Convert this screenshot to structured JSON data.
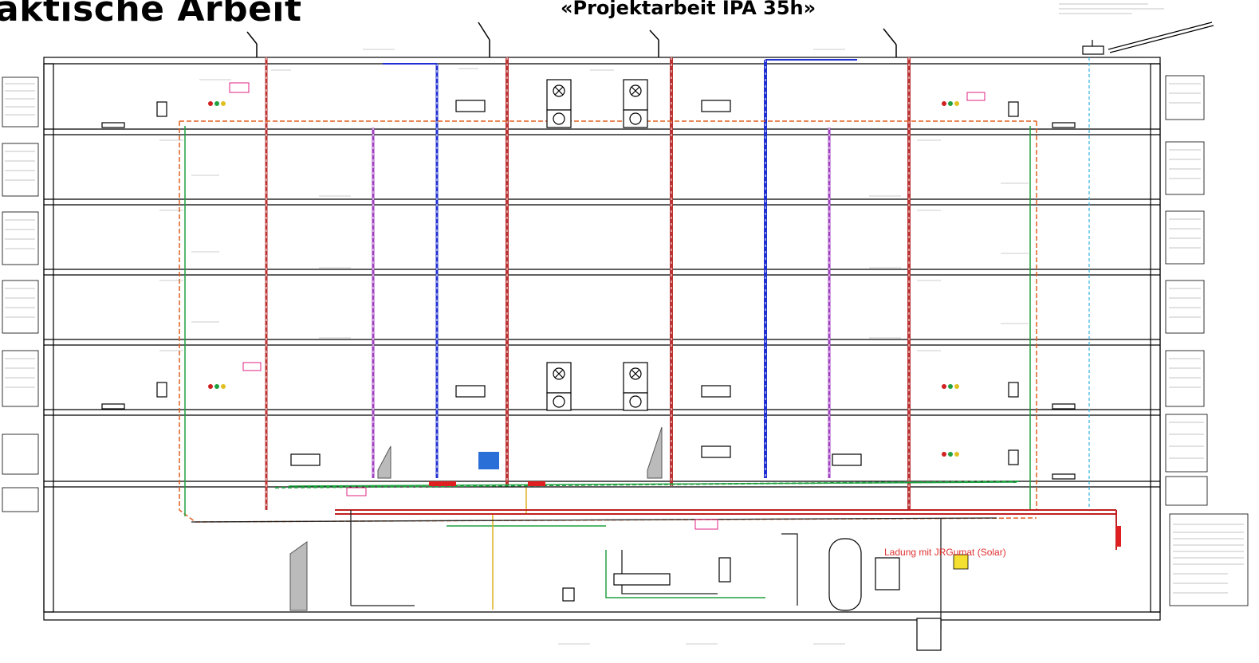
{
  "title_left": "aktische Arbeit",
  "title_center": "«Projektarbeit IPA 35h»",
  "callouts": {
    "solar_charge": "Ladung mit JRGumat (Solar)"
  }
}
